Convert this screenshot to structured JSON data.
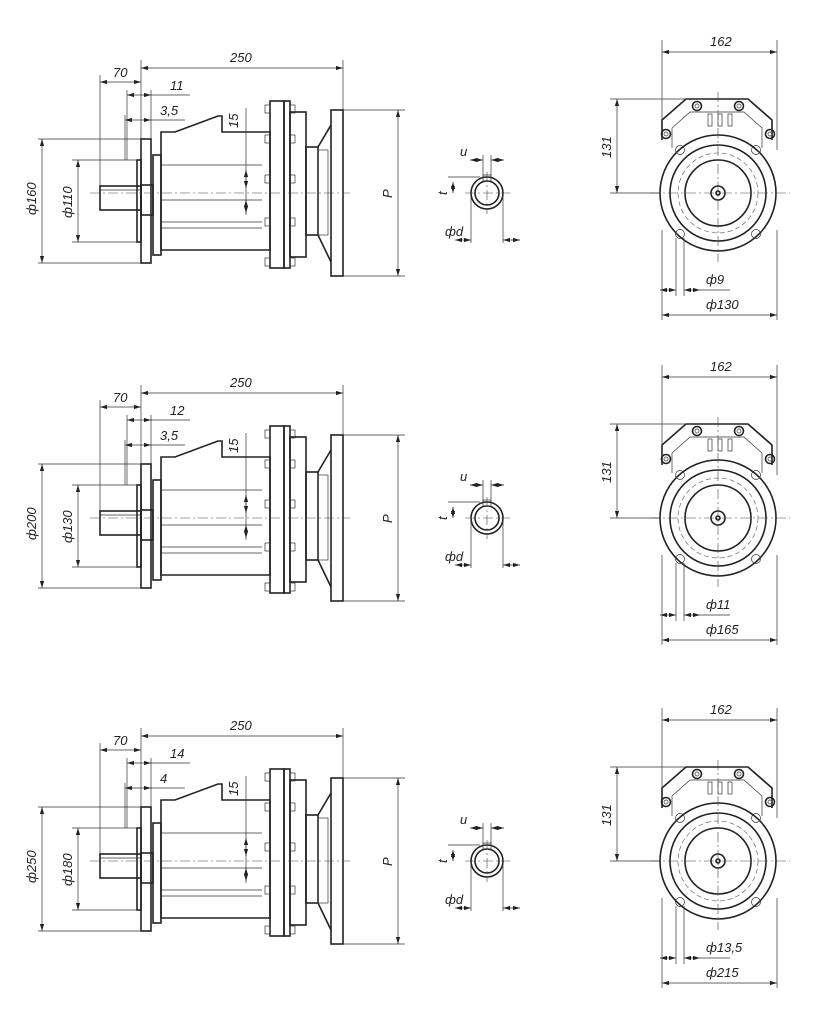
{
  "rows": [
    {
      "length": "250",
      "shaft": "70",
      "offset_a": "11",
      "offset_b": "3,5",
      "angle": "15",
      "flange_d": "ф160",
      "spigot_d": "ф110",
      "p_label": "P",
      "u_label": "u",
      "t_label": "t",
      "d_label": "фd",
      "width": "162",
      "height": "131",
      "hole_d": "ф9",
      "pcd": "ф130"
    },
    {
      "length": "250",
      "shaft": "70",
      "offset_a": "12",
      "offset_b": "3,5",
      "angle": "15",
      "flange_d": "ф200",
      "spigot_d": "ф130",
      "p_label": "P",
      "u_label": "u",
      "t_label": "t",
      "d_label": "фd",
      "width": "162",
      "height": "131",
      "hole_d": "ф11",
      "pcd": "ф165"
    },
    {
      "length": "250",
      "shaft": "70",
      "offset_a": "14",
      "offset_b": "4",
      "angle": "15",
      "flange_d": "ф250",
      "spigot_d": "ф180",
      "p_label": "P",
      "u_label": "u",
      "t_label": "t",
      "d_label": "фd",
      "width": "162",
      "height": "131",
      "hole_d": "ф13,5",
      "pcd": "ф215"
    }
  ]
}
